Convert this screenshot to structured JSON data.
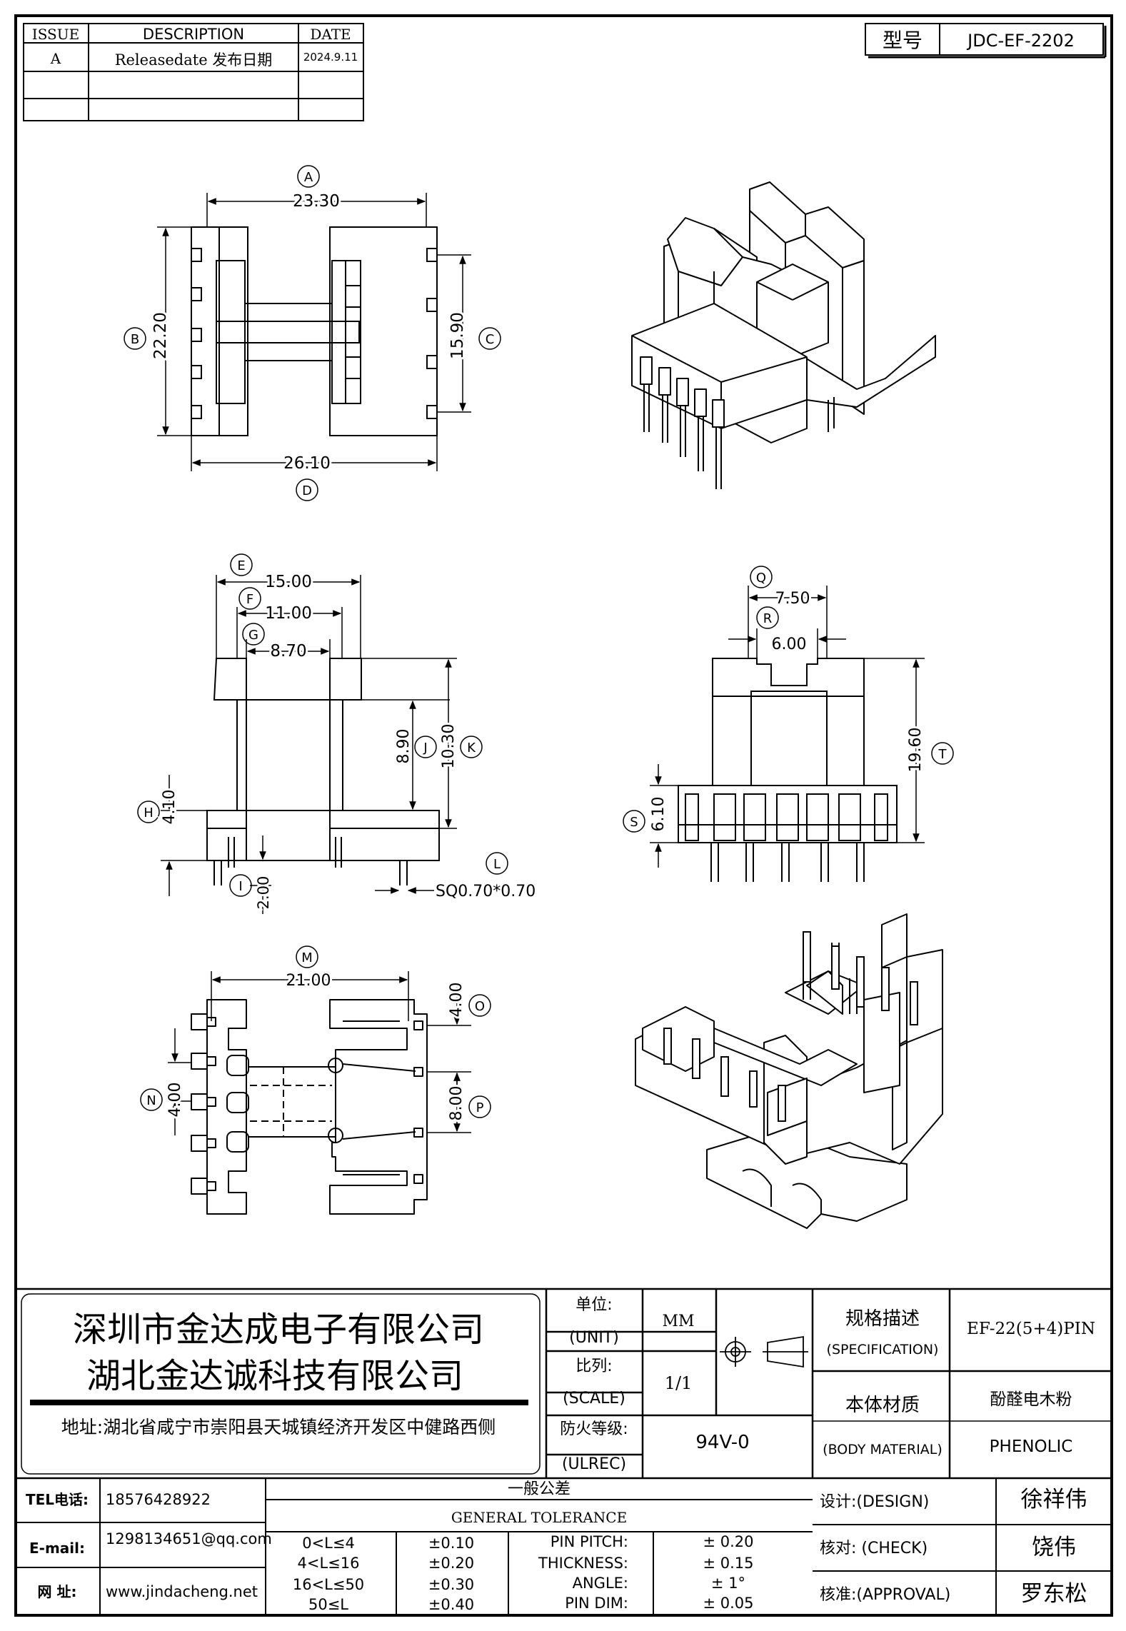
{
  "revision": {
    "headers": [
      "ISSUE",
      "DESCRIPTION",
      "DATE"
    ],
    "rows": [
      {
        "issue": "A",
        "description": "Releasedate 发布日期",
        "date": "2024.9.11"
      },
      {
        "issue": "",
        "description": "",
        "date": ""
      },
      {
        "issue": "",
        "description": "",
        "date": ""
      }
    ]
  },
  "model": {
    "label": "型号",
    "value": "JDC-EF-2202"
  },
  "dims": {
    "A": {
      "label": "A",
      "value": "23.30"
    },
    "B": {
      "label": "B",
      "value": "22.20"
    },
    "C": {
      "label": "C",
      "value": "15.90"
    },
    "D": {
      "label": "D",
      "value": "26.10"
    },
    "E": {
      "label": "E",
      "value": "15.00"
    },
    "F": {
      "label": "F",
      "value": "11.00"
    },
    "G": {
      "label": "G",
      "value": "8.70"
    },
    "H": {
      "label": "H",
      "value": "4.10"
    },
    "I": {
      "label": "I",
      "value": "2.00"
    },
    "J": {
      "label": "J",
      "value": "8.90"
    },
    "K": {
      "label": "K",
      "value": "10.30"
    },
    "L": {
      "label": "L",
      "value": "SQ0.70*0.70"
    },
    "M": {
      "label": "M",
      "value": "21.00"
    },
    "N": {
      "label": "N",
      "value": "4.00"
    },
    "O": {
      "label": "O",
      "value": "4.00"
    },
    "P": {
      "label": "P",
      "value": "8.00"
    },
    "Q": {
      "label": "Q",
      "value": "7.50"
    },
    "R": {
      "label": "R",
      "value": "6.00"
    },
    "S": {
      "label": "S",
      "value": "6.10"
    },
    "T": {
      "label": "T",
      "value": "19.60"
    }
  },
  "company": {
    "name1": "深圳市金达成电子有限公司",
    "name2": "湖北金达诚科技有限公司",
    "address": "地址:湖北省咸宁市崇阳县天城镇经济开发区中健路西侧"
  },
  "titleblock": {
    "unit_label": "单位:",
    "unit_label_en": "(UNIT)",
    "unit_value": "MM",
    "scale_label": "比列:",
    "scale_label_en": "(SCALE)",
    "scale_value": "1/1",
    "ulrec_label": "防火等级:",
    "ulrec_label_en": "(ULREC)",
    "ulrec_value": "94V-0",
    "spec_label": "规格描述",
    "spec_label_en": "(SPECIFICATION)",
    "spec_value": "EF-22(5+4)PIN",
    "material_label": "本体材质",
    "material_label_en": "(BODY MATERIAL)",
    "material_value_cn": "酚醛电木粉",
    "material_value_en": "PHENOLIC"
  },
  "contact": {
    "tel_label": "TEL电话:",
    "tel": "18576428922",
    "email_label": "E-mail:",
    "email": "1298134651@qq.com",
    "web_label": "网   址:",
    "web": "www.jindacheng.net"
  },
  "tolerance": {
    "title_cn": "一般公差",
    "title_en": "GENERAL TOLERANCE",
    "ranges": [
      {
        "range": "0<L≤4",
        "tol": "±0.10"
      },
      {
        "range": "4<L≤16",
        "tol": "±0.20"
      },
      {
        "range": "16<L≤50",
        "tol": "±0.30"
      },
      {
        "range": "50≤L",
        "tol": "±0.40"
      }
    ],
    "others": [
      {
        "name": "PIN PITCH:",
        "tol": "± 0.20"
      },
      {
        "name": "THICKNESS:",
        "tol": "± 0.15"
      },
      {
        "name": "ANGLE:",
        "tol": "± 1°"
      },
      {
        "name": "PIN DIM:",
        "tol": "± 0.05"
      }
    ]
  },
  "signoff": {
    "design_label": "设计:(DESIGN)",
    "design": "徐祥伟",
    "check_label": "核对: (CHECK)",
    "check": "饶伟",
    "approval_label": "核准:(APPROVAL)",
    "approval": "罗东松"
  }
}
